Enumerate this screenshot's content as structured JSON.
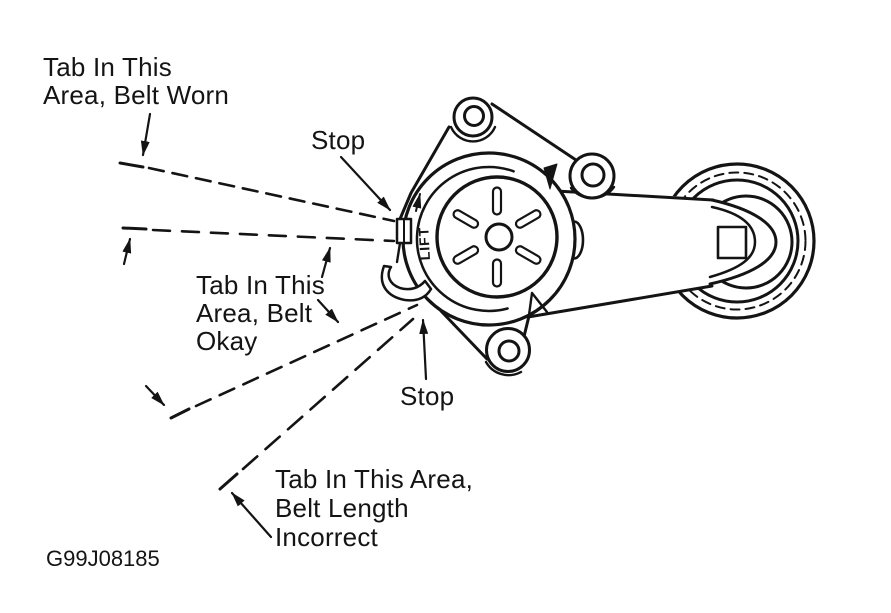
{
  "figure": {
    "id_code": "G99J08185",
    "labels": {
      "belt_worn": {
        "lines": [
          "Tab In This",
          "Area, Belt Worn"
        ]
      },
      "stop_top": "Stop",
      "belt_okay": {
        "lines": [
          "Tab In This",
          "Area, Belt",
          "Okay"
        ]
      },
      "stop_bottom": "Stop",
      "belt_incorrect": {
        "lines": [
          "Tab In This Area,",
          "Belt Length",
          "Incorrect"
        ]
      },
      "lift_marking": "LIFT"
    },
    "colors": {
      "ink": "#141414",
      "background": "#ffffff"
    }
  }
}
